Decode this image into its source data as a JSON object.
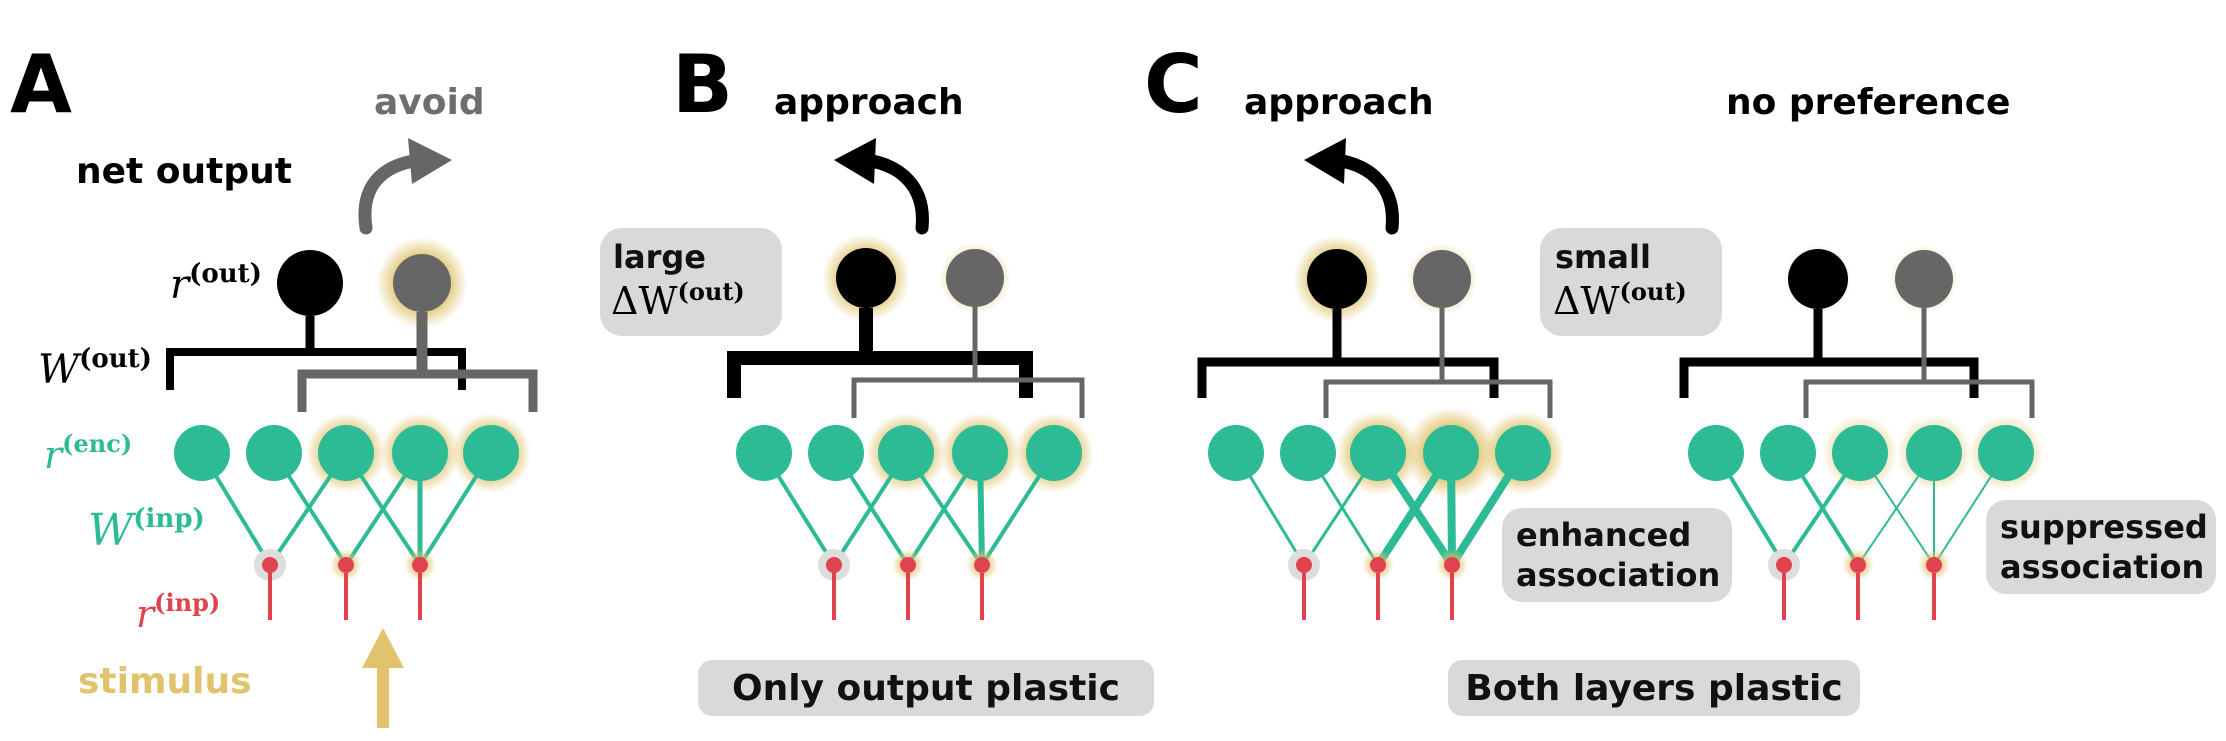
{
  "panels": {
    "a": {
      "letter": "A",
      "action_label": "avoid",
      "net_output_label": "net output",
      "stimulus_label": "stimulus",
      "r_out_label": "r",
      "r_out_sup": "(out)",
      "w_out_label": "W",
      "w_out_sup": "(out)",
      "r_enc_label": "r",
      "r_enc_sup": "(enc)",
      "w_inp_label": "W",
      "w_inp_sup": "(inp)",
      "r_inp_label": "r",
      "r_inp_sup": "(inp)"
    },
    "b": {
      "letter": "B",
      "action_label": "approach",
      "bubble_line1": "large",
      "bubble_delta": "ΔW",
      "bubble_sup": "(out)",
      "caption": "Only output plastic"
    },
    "c": {
      "letter": "C",
      "left_action_label": "approach",
      "right_action_label": "no preference",
      "bubble_line1": "small",
      "bubble_delta": "ΔW",
      "bubble_sup": "(out)",
      "enhanced_line1": "enhanced",
      "enhanced_line2": "association",
      "suppressed_line1": "suppressed",
      "suppressed_line2": "association",
      "caption": "Both layers plastic"
    }
  },
  "colors": {
    "teal": "#2dbb96",
    "red": "#e0424e",
    "glow": "#e0c36c",
    "gray": "#666666",
    "black": "#000000",
    "bubble": "#d9d9d9",
    "stimulus": "#e0c36c"
  }
}
